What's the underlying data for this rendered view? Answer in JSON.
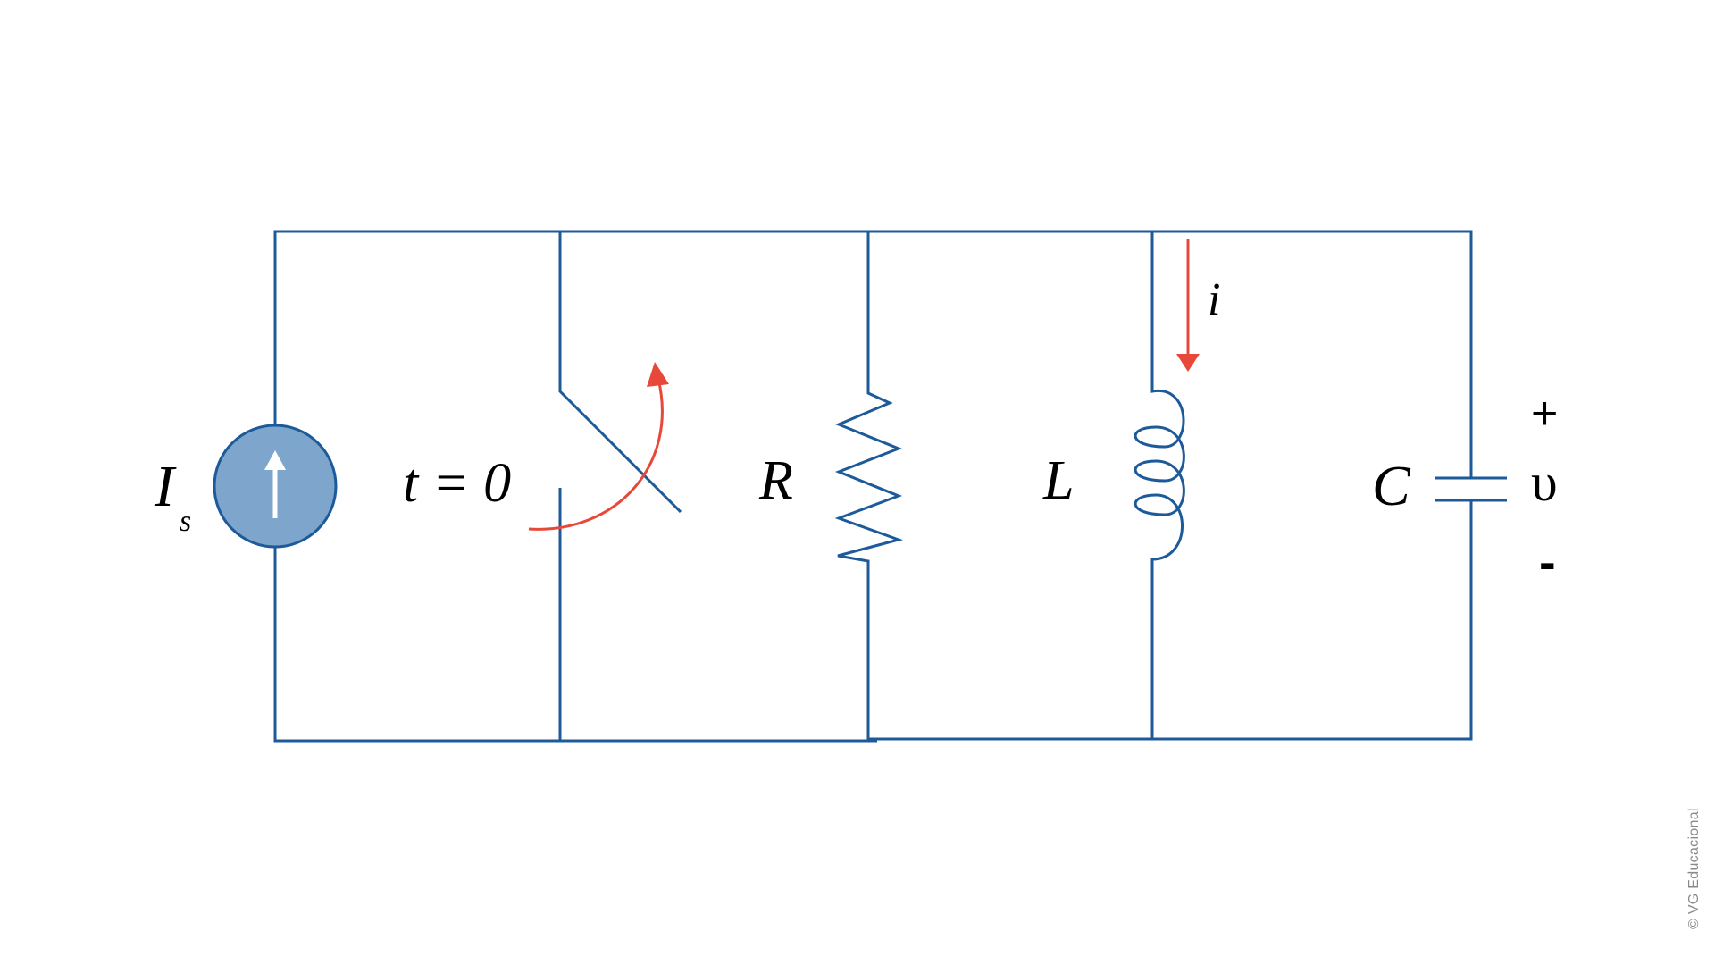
{
  "labels": {
    "source": "I",
    "source_sub": "s",
    "switch_time": "t = 0",
    "resistor": "R",
    "inductor": "L",
    "capacitor": "C",
    "current": "i",
    "voltage": "υ",
    "plus": "+",
    "minus": "-"
  },
  "colors": {
    "wire": "#1d5a99",
    "source_fill": "#7ea6cc",
    "arrow": "#e8483a",
    "text": "#000000"
  },
  "watermark": "© VG Educacional"
}
